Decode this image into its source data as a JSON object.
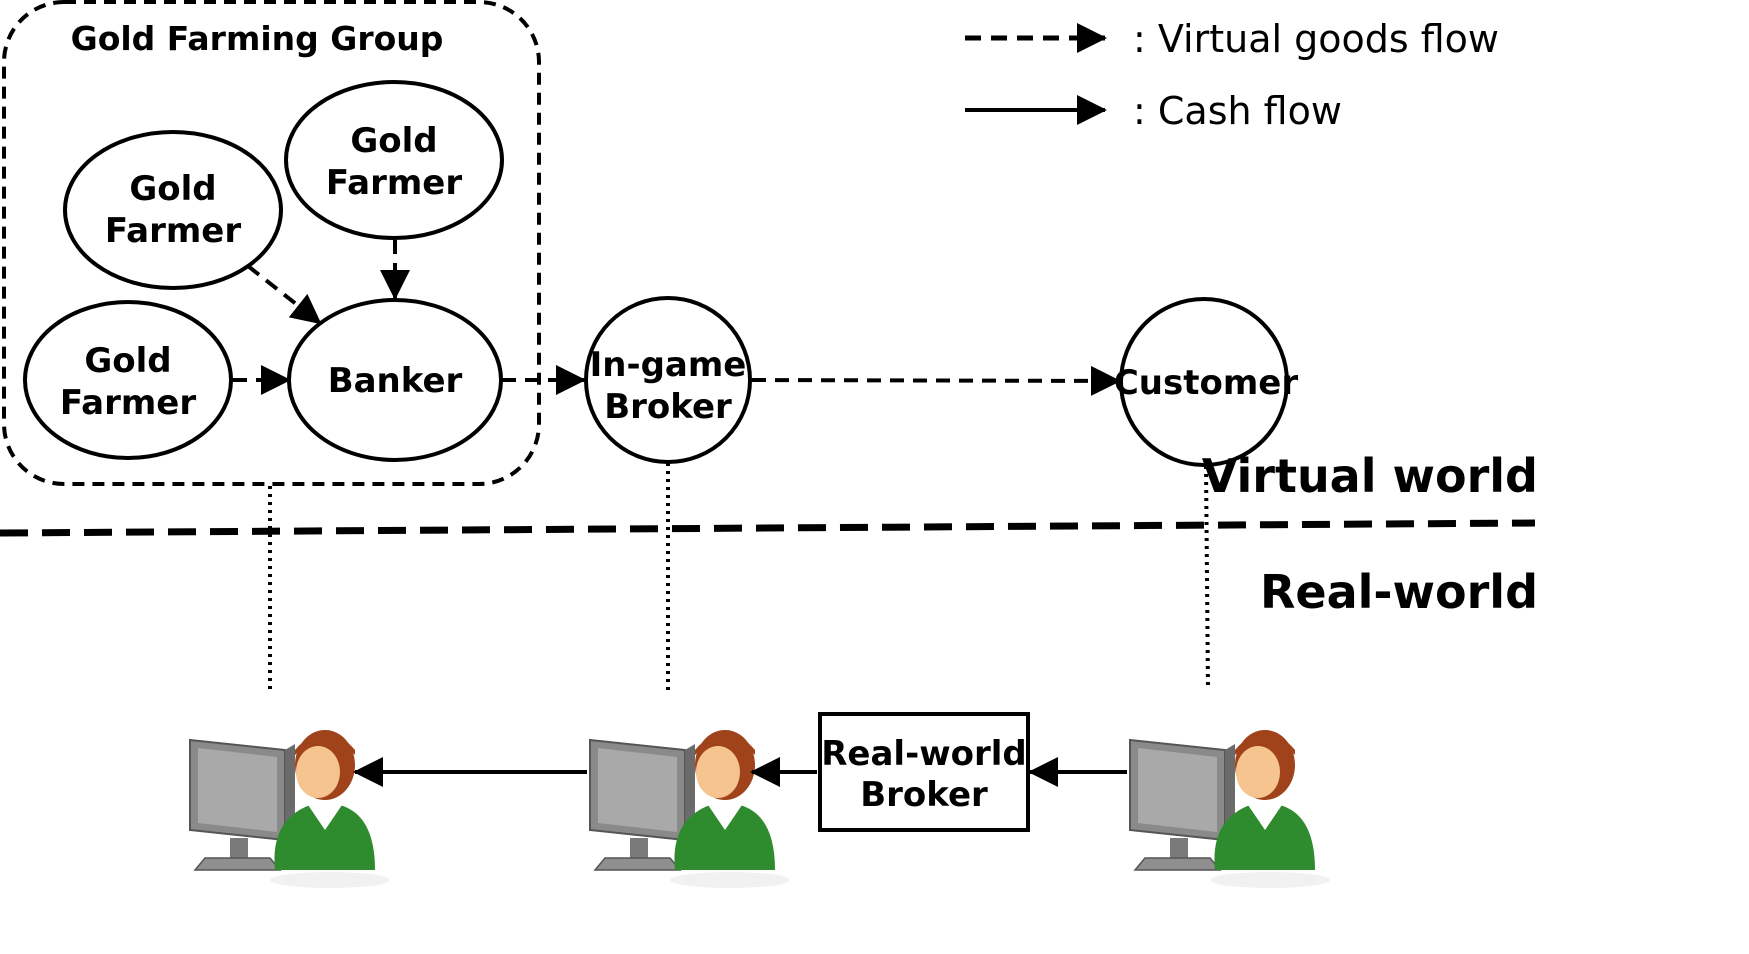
{
  "group": {
    "label": "Gold Farming Group"
  },
  "nodes": {
    "farmer_top_left": {
      "line1": "Gold",
      "line2": "Farmer"
    },
    "farmer_top_right": {
      "line1": "Gold",
      "line2": "Farmer"
    },
    "farmer_bottom": {
      "line1": "Gold",
      "line2": "Farmer"
    },
    "banker": {
      "label": "Banker"
    },
    "ingame_broker": {
      "line1": "In-game",
      "line2": "Broker"
    },
    "customer": {
      "label": "Customer"
    },
    "realworld_broker": {
      "line1": "Real-world",
      "line2": "Broker"
    }
  },
  "legend": {
    "virtual_goods": ": Virtual goods flow",
    "cash": ": Cash flow"
  },
  "regions": {
    "virtual": "Virtual world",
    "real": "Real-world"
  },
  "icons": [
    "user-computer-icon",
    "user-computer-icon",
    "user-computer-icon"
  ],
  "colors": {
    "line": "#000000",
    "person_shirt": "#2e8b2e",
    "person_hair": "#a0431a",
    "person_skin": "#f6c48f",
    "monitor": "#7d7d7d"
  }
}
